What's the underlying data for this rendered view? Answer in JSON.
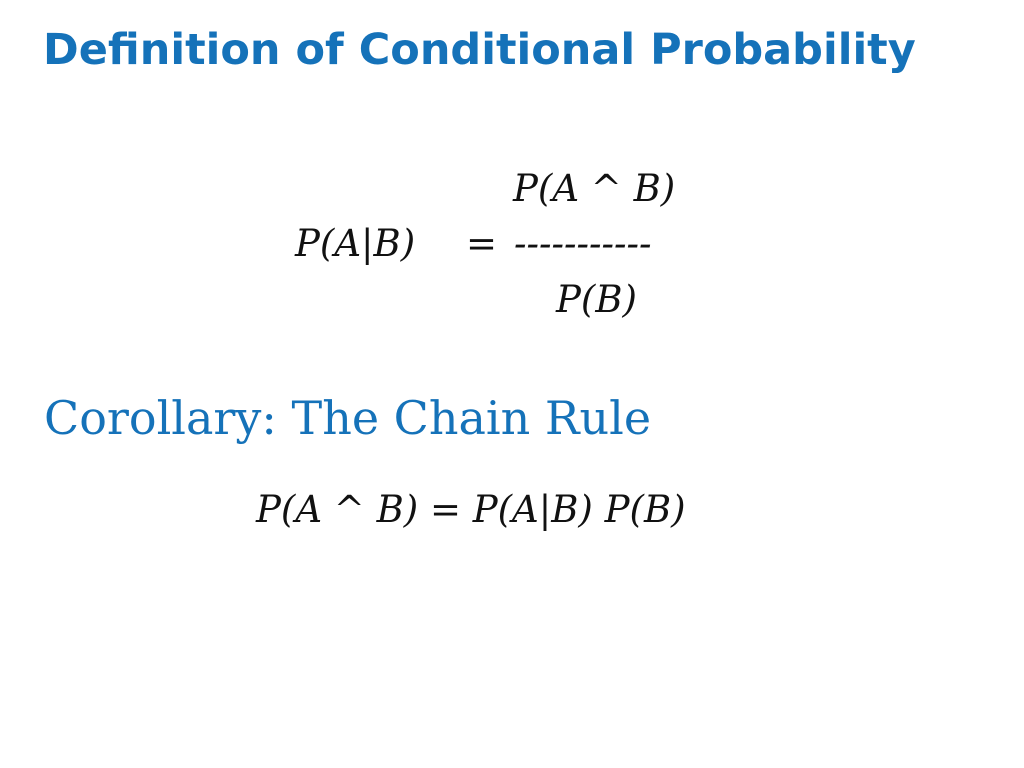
{
  "slide": {
    "title": "Definition of Conditional Probability",
    "definition": {
      "numerator": "P(A ^ B)",
      "lhs": "P(A|B)",
      "equals": "=",
      "fraction_bar": "-----------",
      "denominator": "P(B)"
    },
    "corollary_heading": "Corollary: The Chain Rule",
    "chain_rule": "P(A ^ B) = P(A|B) P(B)"
  },
  "colors": {
    "heading": "#1572b9",
    "formula": "#111111",
    "background": "#ffffff"
  }
}
